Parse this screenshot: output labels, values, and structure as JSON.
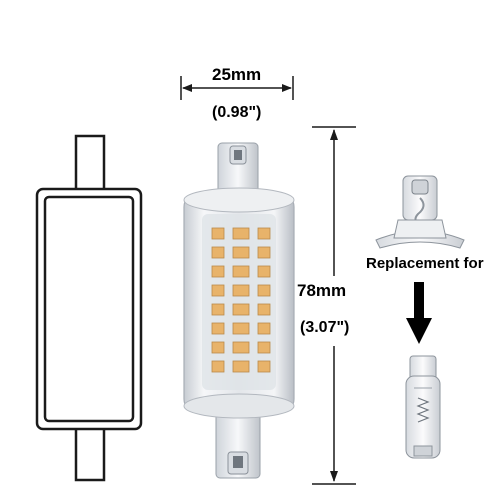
{
  "dimensions": {
    "width_mm": "25mm",
    "width_in": "(0.98\")",
    "height_mm": "78mm",
    "height_in": "(3.07\")"
  },
  "replacement_label": "Replacement for",
  "colors": {
    "outline": "#1a1a1a",
    "smd_led": "#e8b36a",
    "diffuser": "#e8ebee",
    "arrow": "#000000"
  }
}
